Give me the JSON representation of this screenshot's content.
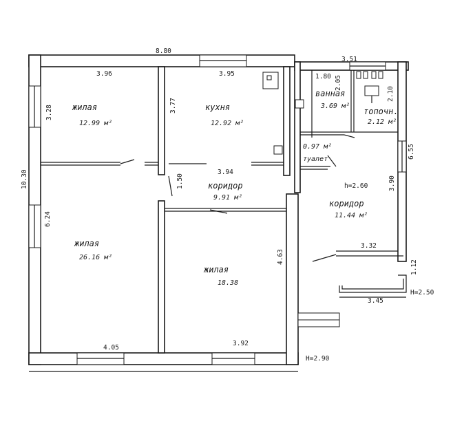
{
  "rooms": [
    {
      "id": "living-1",
      "name": "жилая",
      "area": "12.99 м²"
    },
    {
      "id": "kitchen",
      "name": "кухня",
      "area": "12.92 м²"
    },
    {
      "id": "bathroom",
      "name": "ванная",
      "area": "3.69 м²"
    },
    {
      "id": "furnace",
      "name": "топочн.",
      "area": "2.12 м²"
    },
    {
      "id": "toilet",
      "name": "туалет",
      "area": "0.97 м²"
    },
    {
      "id": "corridor-1",
      "name": "коридор",
      "area": "9.91 м²"
    },
    {
      "id": "corridor-2",
      "name": "коридор",
      "area": "11.44 м²"
    },
    {
      "id": "living-2",
      "name": "жилая",
      "area": "26.16 м²"
    },
    {
      "id": "living-3",
      "name": "жилая",
      "area": "18.38"
    }
  ],
  "dimensions": {
    "top_total": "8.80",
    "top_annex": "3.51",
    "room1_width": "3.96",
    "kitchen_width": "3.95",
    "bath_width": "1.80",
    "bath_height": "2.05",
    "furnace_height": "2.10",
    "left_total": "10.30",
    "room1_height": "3.28",
    "kitchen_height": "3.77",
    "corridor_height": "1.50",
    "corridor_width": "3.94",
    "room2_height": "6.24",
    "annex_right_upper": "6.55",
    "corridor2_height": "3.90",
    "corridor2_inner": "h=2.60",
    "corridor2_bottom": "3.32",
    "porch_side": "1.12",
    "porch_width": "3.45",
    "porch_h": "H=2.50",
    "room3_height": "4.63",
    "room2_bottom": "4.05",
    "room3_bottom": "3.92",
    "main_h": "H=2.90"
  }
}
